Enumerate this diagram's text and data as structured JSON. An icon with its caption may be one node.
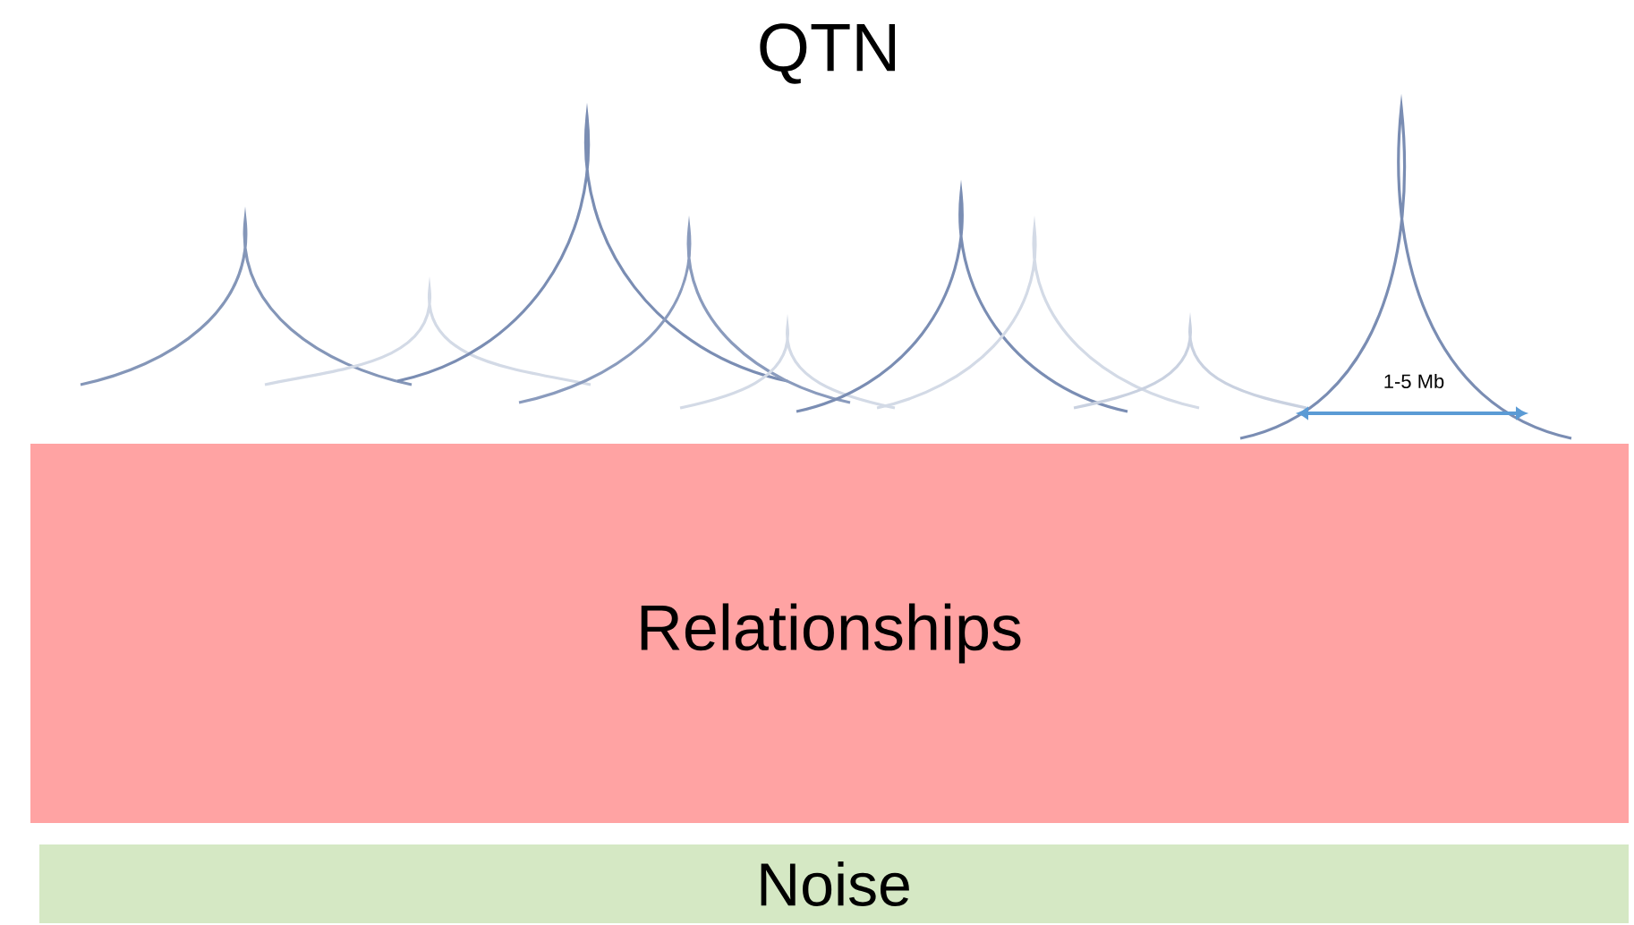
{
  "diagram": {
    "title": "QTN",
    "nodes": [
      {
        "text": [
          "Relationships"
        ]
      },
      {
        "text": [
          "Noise"
        ]
      }
    ],
    "labels": [
      "1-5 Mb"
    ]
  }
}
